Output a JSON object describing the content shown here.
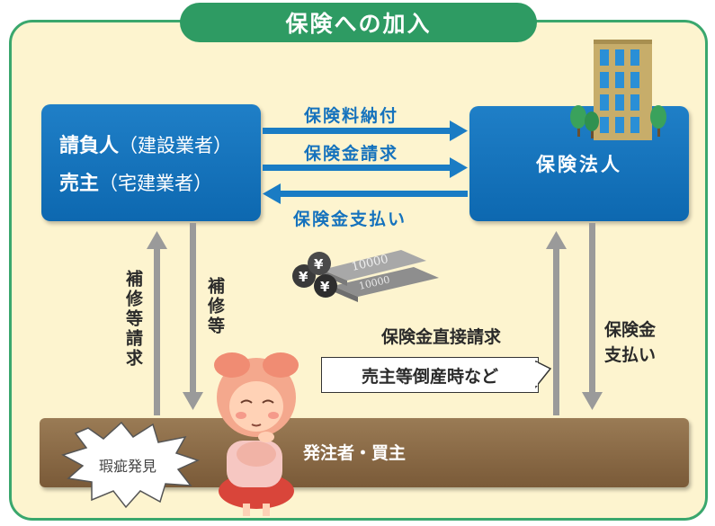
{
  "title": "保険への加入",
  "contractor": {
    "line1_main": "請負人",
    "line1_sub": "（建設業者）",
    "line2_main": "売主",
    "line2_sub": "（宅建業者）"
  },
  "insurer": {
    "label": "保険法人"
  },
  "buyer": {
    "label": "発注者・買主"
  },
  "flows": {
    "premium_payment": "保険料納付",
    "claim": "保険金請求",
    "payout": "保険金支払い",
    "repair_request": "補修等請求",
    "repair": "補修等",
    "direct_claim": "保険金直接請求",
    "direct_payout_1": "保険金",
    "direct_payout_2": "支払い"
  },
  "callout": "売主等倒産時など",
  "defect_burst": "瑕疵発見",
  "banknote_text": "10000",
  "coin_symbol": "¥",
  "colors": {
    "frame_green": "#3aa76d",
    "frame_bg": "#fdf4cf",
    "box_blue": "#1572bd",
    "arrow_blue": "#1a7cc4",
    "arrow_gray": "#9a9a9a",
    "bar_brown": "#8a6a45"
  }
}
